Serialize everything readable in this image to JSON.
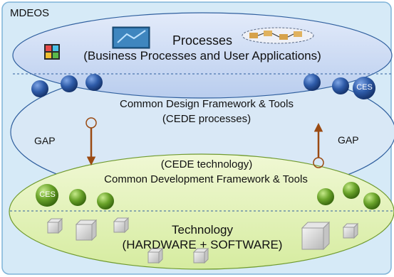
{
  "frame_label": "MDEOS",
  "processes": {
    "title": "Processes",
    "subtitle": "(Business Processes and User Applications)"
  },
  "design_framework": {
    "line1": "Common Design Framework & Tools",
    "line2": "(CEDE processes)"
  },
  "gap_left": "GAP",
  "gap_right": "GAP",
  "development_framework": {
    "line1": "(CEDE technology)",
    "line2": "Common Development Framework & Tools"
  },
  "technology": {
    "line1": "Technology",
    "line2": "(HARDWARE + SOFTWARE)"
  },
  "ces_label_top": "CES",
  "ces_label_bottom": "CES",
  "colors": {
    "frame_fill": "#d6eaf7",
    "frame_border": "#7fb3d8",
    "blue_ellipse_fill": "#c9d9f2",
    "ellipse_border": "#2f5f9e",
    "green_ellipse_fill": "#e2f2b8",
    "arrow": "#9a4a12",
    "blue_ball": "#2e5ba8",
    "green_ball": "#6aa32a"
  }
}
